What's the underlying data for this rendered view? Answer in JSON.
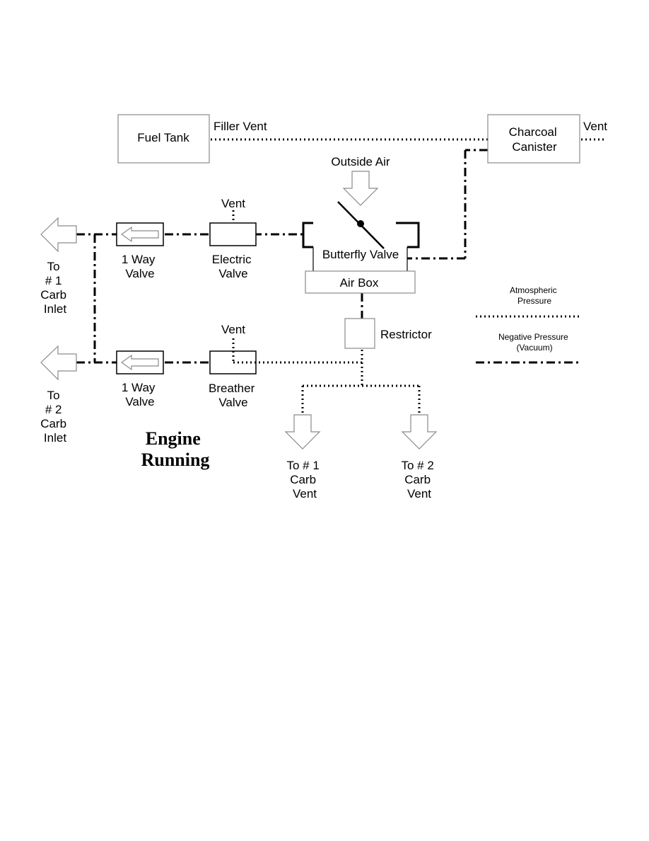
{
  "components": {
    "fuel_tank": "Fuel Tank",
    "charcoal_canister": [
      "Charcoal",
      "Canister"
    ],
    "butterfly_valve": "Butterfly Valve",
    "air_box": "Air Box",
    "restrictor": "Restrictor",
    "valve_1way_top": [
      "1 Way",
      "Valve"
    ],
    "valve_1way_bottom": [
      "1 Way",
      "Valve"
    ],
    "electric_valve": [
      "Electric",
      "Valve"
    ],
    "breather_valve": [
      "Breather",
      "Valve"
    ]
  },
  "labels": {
    "filler_vent": "Filler Vent",
    "canister_vent": "Vent",
    "outside_air": "Outside Air",
    "electric_vent": "Vent",
    "breather_vent": "Vent",
    "to_carb1_inlet": [
      "To",
      "# 1",
      "Carb",
      "Inlet"
    ],
    "to_carb2_inlet": [
      "To",
      "# 2",
      "Carb",
      "Inlet"
    ],
    "to_carb1_vent": [
      "To # 1",
      "Carb",
      "Vent"
    ],
    "to_carb2_vent": [
      "To # 2",
      "Carb",
      "Vent"
    ]
  },
  "legend": {
    "atmospheric": [
      "Atmospheric",
      "Pressure"
    ],
    "negative": [
      "Negative Pressure",
      "(Vacuum)"
    ]
  },
  "title": [
    "Engine",
    "Running"
  ]
}
